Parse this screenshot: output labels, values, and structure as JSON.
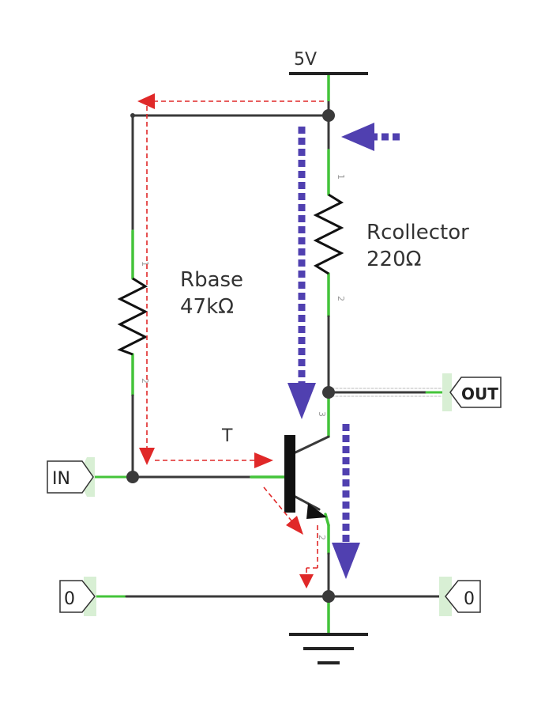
{
  "supply": {
    "label": "5V"
  },
  "resistors": {
    "base": {
      "name": "Rbase",
      "value": "47kΩ"
    },
    "collector": {
      "name": "Rcollector",
      "value": "220Ω"
    }
  },
  "transistor": {
    "label": "T"
  },
  "terminals": {
    "in": "IN",
    "out": "OUT",
    "gnd_left": "0",
    "gnd_right": "0"
  },
  "pins": {
    "rbase_1": "1",
    "rbase_2": "2",
    "rcollector_1": "1",
    "rcollector_2": "2",
    "collector": "3",
    "emitter": "2"
  },
  "colors": {
    "wire": "#3a3a3a",
    "active_wire": "#44c43a",
    "base_current": "#e02828",
    "collector_current": "#5040b0",
    "terminal_fill": "#d8efd4"
  }
}
